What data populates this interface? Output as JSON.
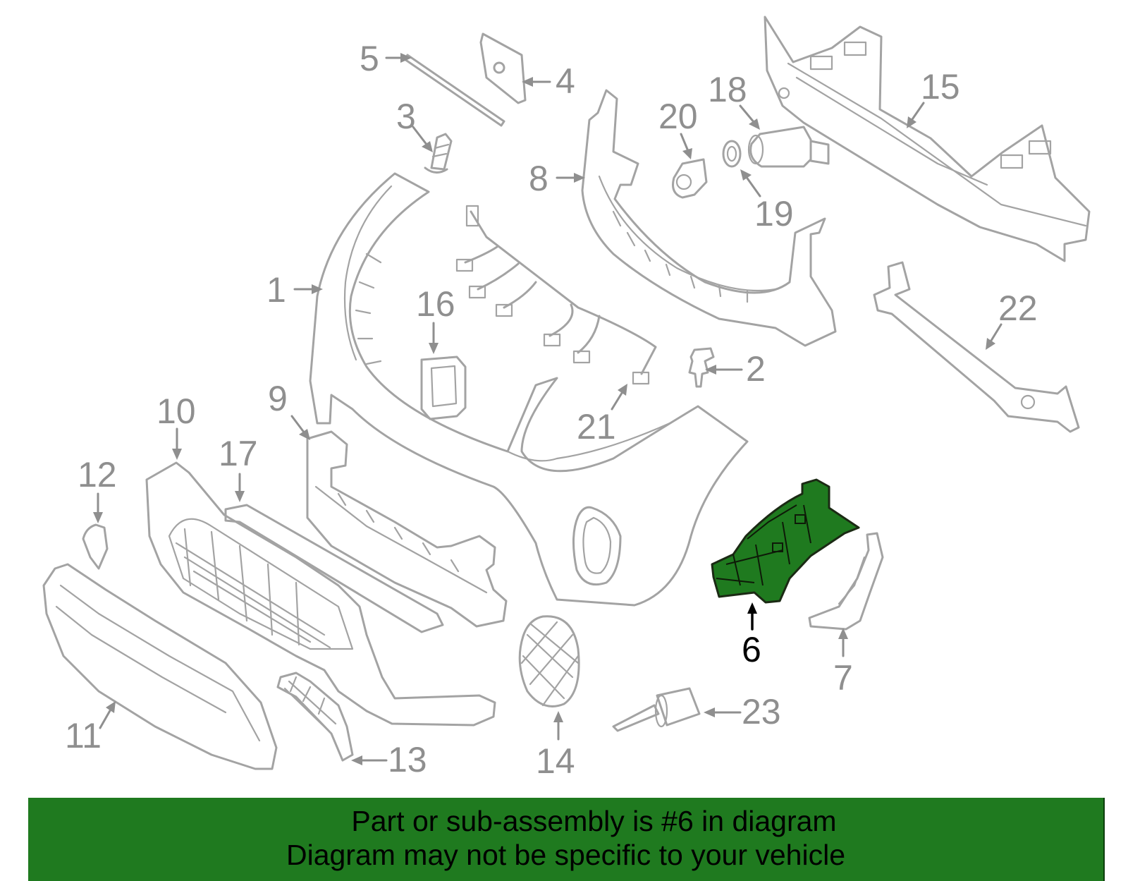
{
  "diagram": {
    "highlight_color": "#1f7a1f",
    "part_line_color": "#a3a3a3",
    "callout_color": "#8f8f8f",
    "callouts": {
      "c1": "1",
      "c2": "2",
      "c3": "3",
      "c4": "4",
      "c5": "5",
      "c6": "6",
      "c7": "7",
      "c8": "8",
      "c9": "9",
      "c10": "10",
      "c11": "11",
      "c12": "12",
      "c13": "13",
      "c14": "14",
      "c15": "15",
      "c16": "16",
      "c17": "17",
      "c18": "18",
      "c19": "19",
      "c20": "20",
      "c21": "21",
      "c22": "22",
      "c23": "23"
    },
    "highlighted_part": "6"
  },
  "banner": {
    "background": "#1f7a1f",
    "line1": "Part or sub-assembly is #6 in diagram",
    "line2": "Diagram may not be specific to your vehicle"
  }
}
